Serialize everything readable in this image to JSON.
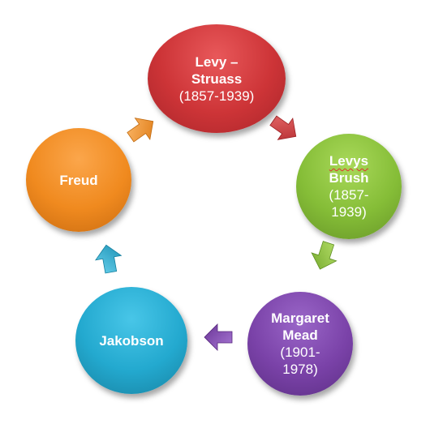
{
  "nodes": {
    "levy_struass": {
      "name_line1": "Levy –",
      "name_line2": "Struass",
      "dates": "(1857-1939)",
      "color": "#cd3437"
    },
    "levys_brush": {
      "name_line1": "Levys",
      "name_line2": "Brush",
      "dates_line1": "(1857-",
      "dates_line2": "1939)",
      "color": "#85bd37"
    },
    "margaret_mead": {
      "name_line1": "Margaret",
      "name_line2": "Mead",
      "dates_line1": "(1901-",
      "dates_line2": "1978)",
      "color": "#7a42a8"
    },
    "jakobson": {
      "name": "Jakobson",
      "color": "#23a9cf"
    },
    "freud": {
      "name": "Freud",
      "color": "#f08a1f"
    }
  },
  "flow": [
    "Levy – Struass",
    "Levys Brush",
    "Margaret Mead",
    "Jakobson",
    "Freud"
  ]
}
